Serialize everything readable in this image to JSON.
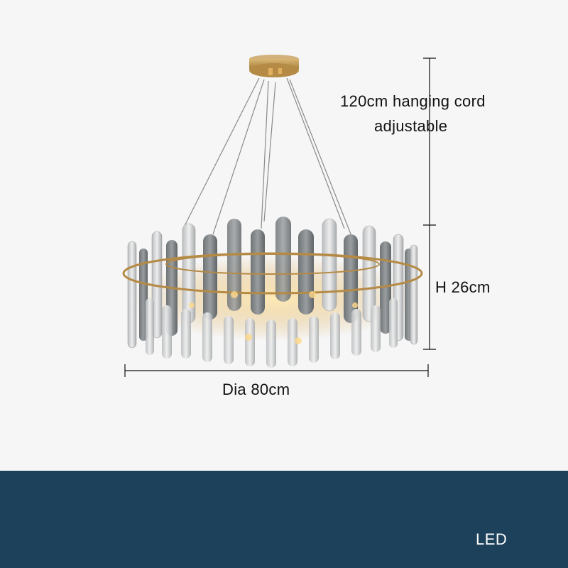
{
  "product": {
    "type": "crystal chandelier (round, LED)",
    "image_alt": "Round crystal chandelier with gold canopy and clear/smoke-grey crystal blades"
  },
  "dimensions": {
    "cord_label_line1": "120cm hanging cord",
    "cord_label_line2": "adjustable",
    "height_label": "H 26cm",
    "diameter_label": "Dia 80cm"
  },
  "footer": {
    "label": "LED"
  },
  "colors": {
    "background": "#f6f6f6",
    "footer_band": "#1d405b",
    "dimension_lines": "#111111",
    "canopy_gold": "#c9a25a",
    "crystal_smoke": "#8a8d8f",
    "crystal_clear": "#d9dadb"
  }
}
